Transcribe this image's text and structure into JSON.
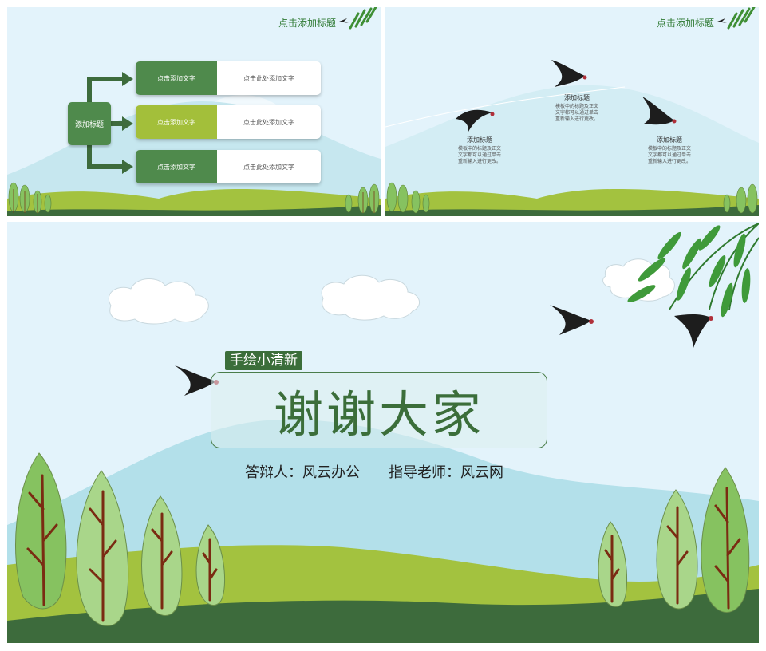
{
  "slide1": {
    "corner_title": "点击添加标题",
    "hub_label": "添加标题",
    "rows": [
      {
        "label": "点击添加文字",
        "text": "点击此处添加文字",
        "color": "#4f8a4c"
      },
      {
        "label": "点击添加文字",
        "text": "点击此处添加文字",
        "color": "#a3bf3a"
      },
      {
        "label": "点击添加文字",
        "text": "点击此处添加文字",
        "color": "#4f8a4c"
      }
    ]
  },
  "slide2": {
    "corner_title": "点击添加标题",
    "items": [
      {
        "title": "添加标题",
        "body": [
          "模板中的标题及正文",
          "文字都可以通过单击",
          "重新输入进行更改。"
        ]
      },
      {
        "title": "添加标题",
        "body": [
          "模板中的标题及正文",
          "文字都可以通过单击",
          "重新输入进行更改。"
        ]
      },
      {
        "title": "添加标题",
        "body": [
          "模板中的标题及正文",
          "文字都可以通过单击",
          "重新输入进行更改。"
        ]
      }
    ]
  },
  "slide3": {
    "tag": "手绘小清新",
    "title": "谢谢大家",
    "presenter": "答辩人：风云办公",
    "advisor": "指导老师：风云网"
  },
  "colors": {
    "sky": "#e3f3fb",
    "mountain": "#b3e0ea",
    "grass_light": "#a3c23f",
    "grass_dark": "#3d6b3c",
    "accent_green": "#4f8a4c",
    "title_green": "#3b6e3a"
  }
}
